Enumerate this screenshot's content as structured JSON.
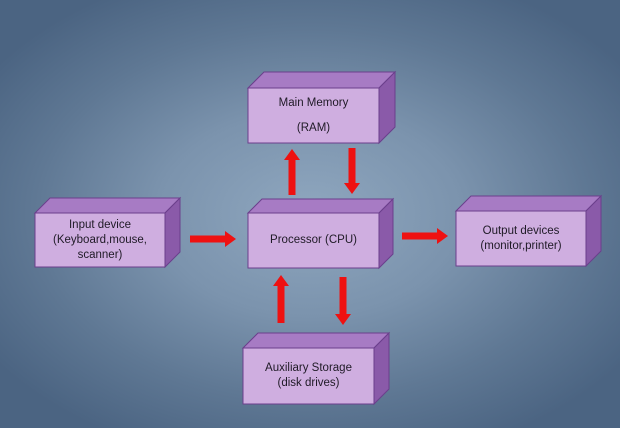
{
  "colors": {
    "box_front": "#cfaee0",
    "box_top": "#a77bc4",
    "box_side": "#8a5aa9",
    "box_edge": "#6b3f8c",
    "arrow": "#ee1111"
  },
  "nodes": {
    "memory": {
      "line1": "Main Memory",
      "line2": "(RAM)"
    },
    "cpu": {
      "line1": "Processor (CPU)"
    },
    "input": {
      "line1": "Input device",
      "line2": "(Keyboard,mouse,",
      "line3": "scanner)"
    },
    "output": {
      "line1": "Output devices",
      "line2": "(monitor,printer)"
    },
    "storage": {
      "line1": "Auxiliary Storage",
      "line2": "(disk drives)"
    }
  }
}
